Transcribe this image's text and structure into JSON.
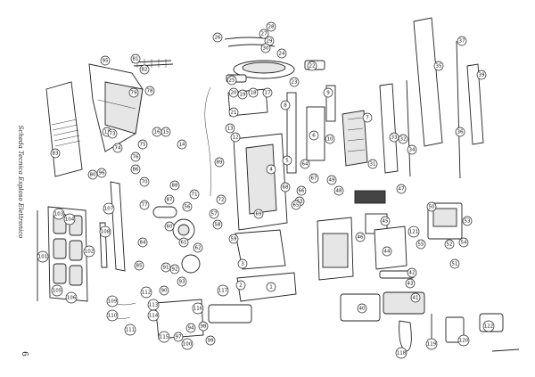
{
  "page": {
    "side_title": "Scheda Tecnica Esploso Elettronico",
    "page_number": "6"
  },
  "callouts": [
    {
      "label": "95"
    },
    {
      "label": "81"
    },
    {
      "label": "82"
    },
    {
      "label": "78"
    },
    {
      "label": "83"
    },
    {
      "label": "26"
    },
    {
      "label": "27"
    },
    {
      "label": "28"
    },
    {
      "label": "29"
    },
    {
      "label": "30"
    },
    {
      "label": "24"
    },
    {
      "label": "23"
    },
    {
      "label": "25"
    },
    {
      "label": "22"
    },
    {
      "label": "35"
    },
    {
      "label": "37"
    },
    {
      "label": "36"
    },
    {
      "label": "39"
    },
    {
      "label": "20"
    },
    {
      "label": "19"
    },
    {
      "label": "18"
    },
    {
      "label": "17"
    },
    {
      "label": "21"
    },
    {
      "label": "9"
    },
    {
      "label": "8"
    },
    {
      "label": "10"
    },
    {
      "label": "6"
    },
    {
      "label": "7"
    },
    {
      "label": "31"
    },
    {
      "label": "34"
    },
    {
      "label": "33"
    },
    {
      "label": "32"
    },
    {
      "label": "4"
    },
    {
      "label": "5"
    },
    {
      "label": "3"
    },
    {
      "label": "1"
    },
    {
      "label": "2"
    },
    {
      "label": "14"
    },
    {
      "label": "15"
    },
    {
      "label": "16"
    },
    {
      "label": "13"
    },
    {
      "label": "12"
    },
    {
      "label": "11"
    },
    {
      "label": "73"
    },
    {
      "label": "74"
    },
    {
      "label": "75"
    },
    {
      "label": "86"
    },
    {
      "label": "70"
    },
    {
      "label": "71"
    },
    {
      "label": "72"
    },
    {
      "label": "56"
    },
    {
      "label": "57"
    },
    {
      "label": "58"
    },
    {
      "label": "59"
    },
    {
      "label": "60"
    },
    {
      "label": "61"
    },
    {
      "label": "62"
    },
    {
      "label": "40"
    },
    {
      "label": "41"
    },
    {
      "label": "42"
    },
    {
      "label": "43"
    },
    {
      "label": "44"
    },
    {
      "label": "45"
    },
    {
      "label": "46"
    },
    {
      "label": "47"
    },
    {
      "label": "48"
    },
    {
      "label": "49"
    },
    {
      "label": "50"
    },
    {
      "label": "51"
    },
    {
      "label": "52"
    },
    {
      "label": "53"
    },
    {
      "label": "54"
    },
    {
      "label": "55"
    },
    {
      "label": "90"
    },
    {
      "label": "91"
    },
    {
      "label": "92"
    },
    {
      "label": "93"
    },
    {
      "label": "94"
    },
    {
      "label": "97"
    },
    {
      "label": "98"
    },
    {
      "label": "99"
    },
    {
      "label": "100"
    },
    {
      "label": "101"
    },
    {
      "label": "102"
    },
    {
      "label": "103"
    },
    {
      "label": "104"
    },
    {
      "label": "105"
    },
    {
      "label": "106"
    },
    {
      "label": "107"
    },
    {
      "label": "108"
    },
    {
      "label": "109"
    },
    {
      "label": "110"
    },
    {
      "label": "111"
    },
    {
      "label": "112"
    },
    {
      "label": "113"
    },
    {
      "label": "114"
    },
    {
      "label": "115"
    },
    {
      "label": "116"
    },
    {
      "label": "117"
    },
    {
      "label": "118"
    },
    {
      "label": "119"
    },
    {
      "label": "120"
    },
    {
      "label": "121"
    },
    {
      "label": "122"
    },
    {
      "label": "63"
    },
    {
      "label": "64"
    },
    {
      "label": "65"
    },
    {
      "label": "66"
    },
    {
      "label": "67"
    },
    {
      "label": "68"
    },
    {
      "label": "69"
    },
    {
      "label": "76"
    },
    {
      "label": "77"
    },
    {
      "label": "79"
    },
    {
      "label": "80"
    },
    {
      "label": "84"
    },
    {
      "label": "85"
    },
    {
      "label": "87"
    },
    {
      "label": "88"
    },
    {
      "label": "89"
    },
    {
      "label": "96"
    }
  ]
}
